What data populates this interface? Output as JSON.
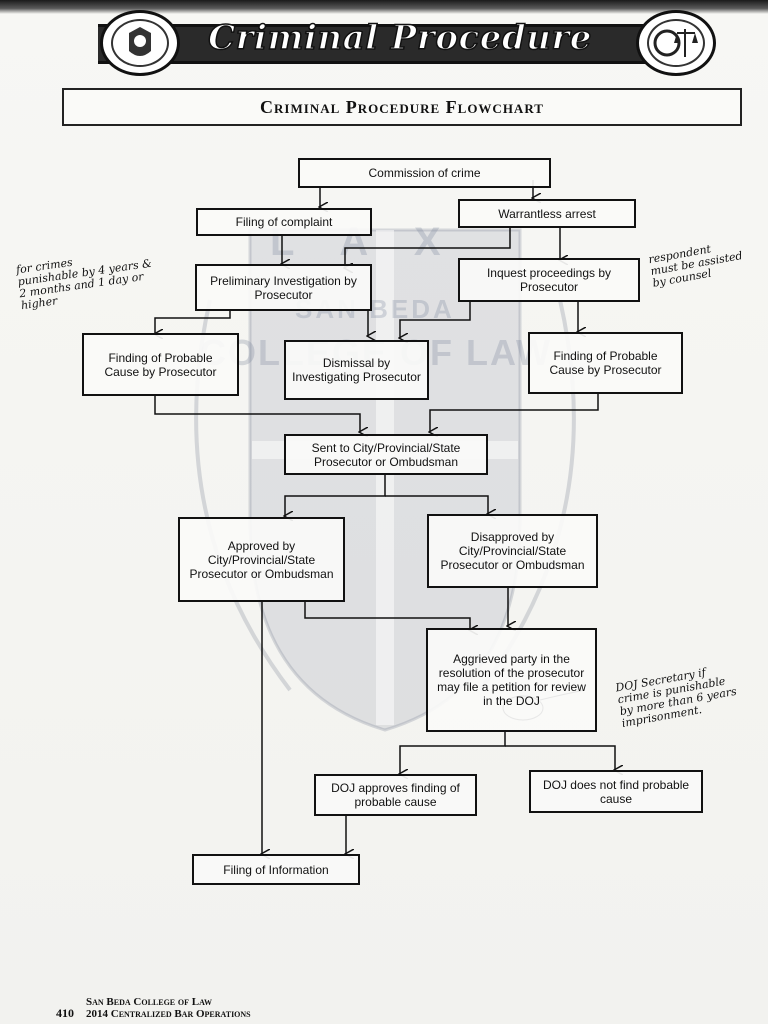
{
  "header": {
    "banner_title": "Criminal Procedure",
    "subtitle": "Criminal Procedure Flowchart",
    "left_seal_icon": "school-crest-icon",
    "right_seal_icon": "lion-scales-icon"
  },
  "watermark": {
    "line1": "L A X",
    "line2": "SAN BEDA",
    "line3": "COLLEGE OF LAW"
  },
  "flowchart": {
    "commission": "Commission of crime",
    "complaint": "Filing of complaint",
    "warrantless": "Warrantless arrest",
    "preliminary": "Preliminary Investigation by Prosecutor",
    "inquest": "Inquest proceedings by Prosecutor",
    "finding_left": "Finding of Probable Cause by Prosecutor",
    "dismissal": "Dismissal by Investigating Prosecutor",
    "finding_right": "Finding of Probable Cause by Prosecutor",
    "sent": "Sent to City/Provincial/State Prosecutor or Ombudsman",
    "approved": "Approved by City/Provincial/State Prosecutor or Ombudsman",
    "disapproved": "Disapproved by City/Provincial/State Prosecutor or Ombudsman",
    "aggrieved": "Aggrieved party in the resolution of the prosecutor may file a petition for review in the DOJ",
    "doj_approves": "DOJ approves finding of probable cause",
    "doj_not_find": "DOJ does not find probable cause",
    "filing_info": "Filing of Information"
  },
  "handwritten_notes": {
    "left": "for crimes\npunishable by 4 years &\n2 months and 1 day or\nhigher",
    "right_top": "respondent\nmust be assisted\nby counsel",
    "right_bottom": "DOJ Secretary if\ncrime is punishable\nby more than 6 years\nimprisonment."
  },
  "footer": {
    "page_number": "410",
    "line1": "San Beda College of Law",
    "line2": "2014 Centralized Bar Operations"
  }
}
